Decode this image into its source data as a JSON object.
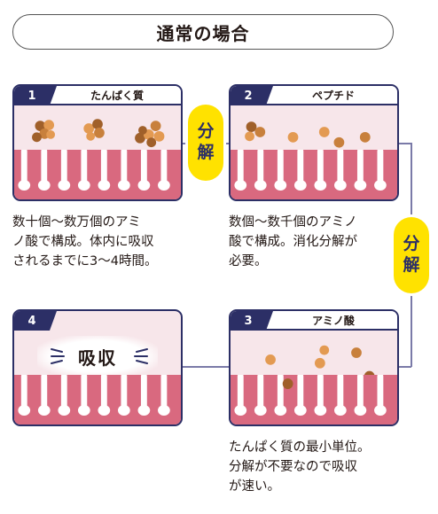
{
  "title": "通常の場合",
  "colors": {
    "navy": "#2c2f66",
    "pink_bg": "#f7e6ea",
    "villus": "#d9697f",
    "badge": "#ffe200",
    "particle_orange": "#e39a52",
    "particle_brown": "#a0602a"
  },
  "cards": [
    {
      "number": "1",
      "label": "たんぱく質"
    },
    {
      "number": "2",
      "label": "ペプチド"
    },
    {
      "number": "3",
      "label": "アミノ酸"
    },
    {
      "number": "4",
      "absorb_text": "吸収"
    }
  ],
  "badges": [
    {
      "line1": "分",
      "line2": "解"
    },
    {
      "line1": "分",
      "line2": "解"
    }
  ],
  "descriptions": {
    "card1": [
      "数十個〜数万個のアミ",
      "ノ酸で構成。体内に吸収",
      "されるまでに3〜4時間。"
    ],
    "card2": [
      "数個〜数千個のアミノ",
      "酸で構成。消化分解が",
      "必要。"
    ],
    "card3": [
      "たんぱく質の最小単位。",
      "分解が不要なので吸収",
      "が速い。"
    ]
  }
}
